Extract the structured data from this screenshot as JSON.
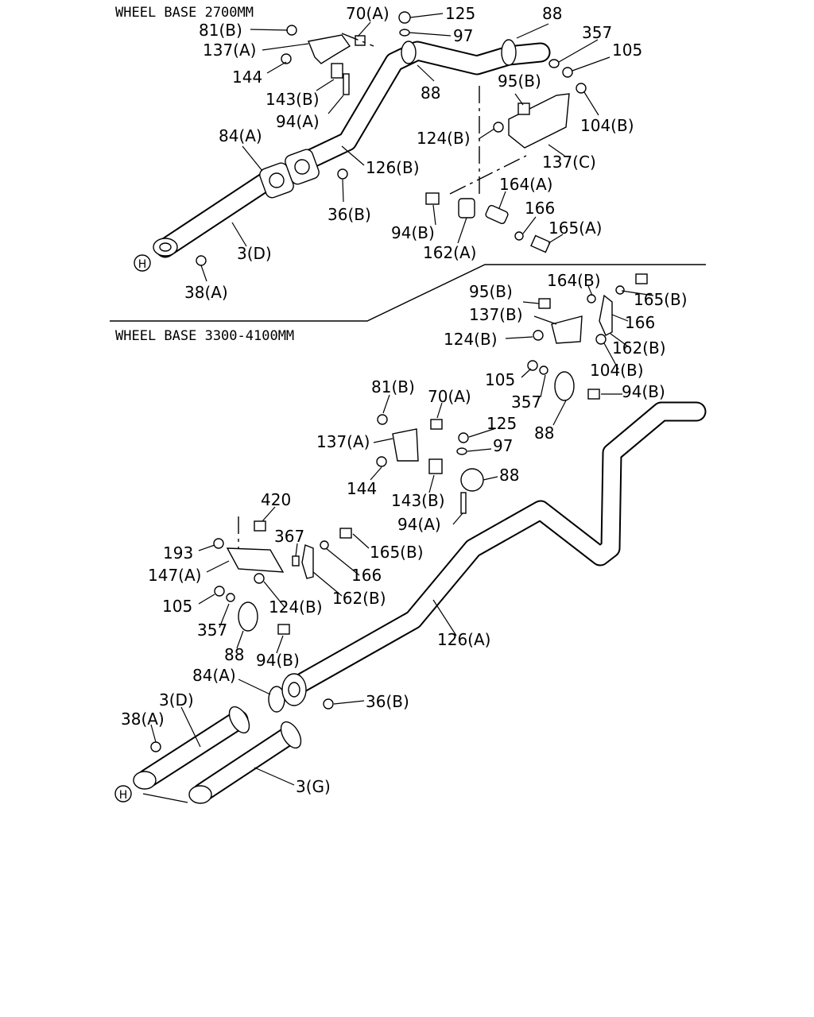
{
  "titles": {
    "top": "WHEEL BASE 2700MM",
    "bottom": "WHEEL BASE 3300-4100MM"
  },
  "markers": {
    "h": "H"
  },
  "labels_top": [
    "70(A)",
    "125",
    "88",
    "81(B)",
    "97",
    "137(A)",
    "357",
    "105",
    "144",
    "143(B)",
    "88",
    "95(B)",
    "94(A)",
    "104(B)",
    "84(A)",
    "124(B)",
    "137(C)",
    "126(B)",
    "164(A)",
    "166",
    "36(B)",
    "165(A)",
    "94(B)",
    "3(D)",
    "162(A)",
    "38(A)"
  ],
  "labels_bottom": [
    "164(B)",
    "95(B)",
    "165(B)",
    "137(B)",
    "166",
    "124(B)",
    "162(B)",
    "104(B)",
    "105",
    "357",
    "94(B)",
    "81(B)",
    "70(A)",
    "88",
    "125",
    "137(A)",
    "97",
    "88",
    "144",
    "143(B)",
    "420",
    "94(A)",
    "367",
    "193",
    "165(B)",
    "147(A)",
    "166",
    "162(B)",
    "105",
    "124(B)",
    "357",
    "126(A)",
    "88",
    "94(B)",
    "84(A)",
    "36(B)",
    "3(D)",
    "38(A)",
    "3(G)"
  ]
}
